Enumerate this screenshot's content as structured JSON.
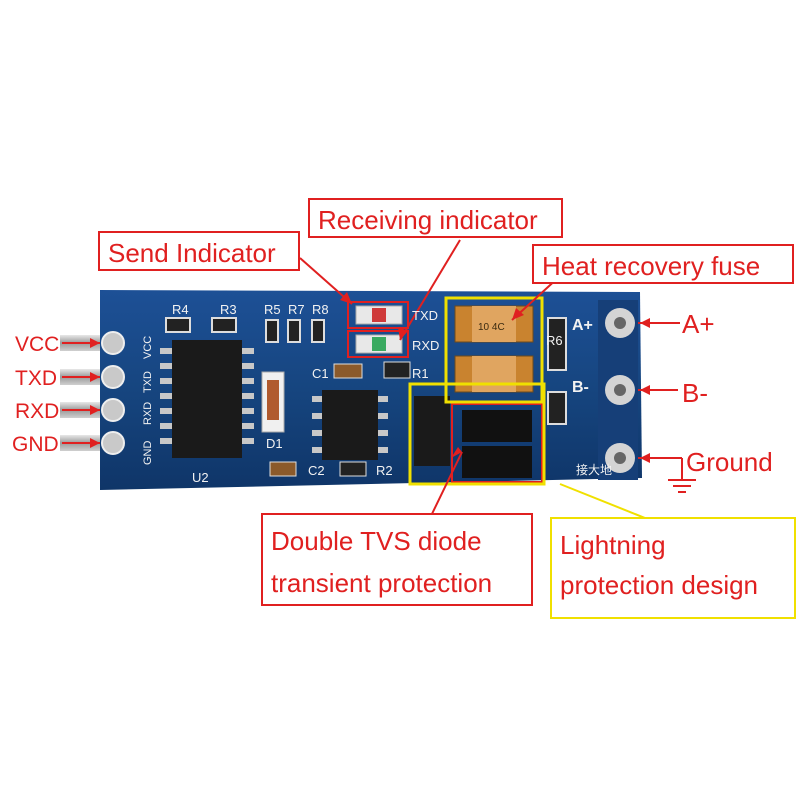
{
  "callouts": {
    "send_indicator": "Send Indicator",
    "receiving_indicator": "Receiving indicator",
    "heat_recovery_fuse": "Heat recovery fuse",
    "tvs_line1": "Double TVS diode",
    "tvs_line2": "transient protection",
    "lightning_line1": "Lightning",
    "lightning_line2": "protection design"
  },
  "pins": {
    "vcc": "VCC",
    "txd": "TXD",
    "rxd": "RXD",
    "gnd": "GND"
  },
  "terminals": {
    "a_plus": "A+",
    "b_minus": "B-",
    "ground": "Ground"
  },
  "silkscreen": {
    "vcc": "VCC",
    "txd": "TXD",
    "rxd": "RXD",
    "gnd": "GND",
    "u2": "U2",
    "r4": "R4",
    "r3": "R3",
    "r5": "R5",
    "r7": "R7",
    "r8": "R8",
    "c1": "C1",
    "r1": "R1",
    "d1": "D1",
    "c2": "C2",
    "r2": "R2",
    "led_txd": "TXD",
    "led_rxd": "RXD",
    "r6": "R6",
    "a_plus": "A+",
    "b_minus": "B-",
    "ground_cn": "接大地",
    "fuse_code": "10 4C"
  },
  "colors": {
    "callout_red": "#e02020",
    "highlight_yellow": "#f0e000",
    "pcb_blue": "#13417f",
    "silkscreen": "#f2f2f2"
  }
}
